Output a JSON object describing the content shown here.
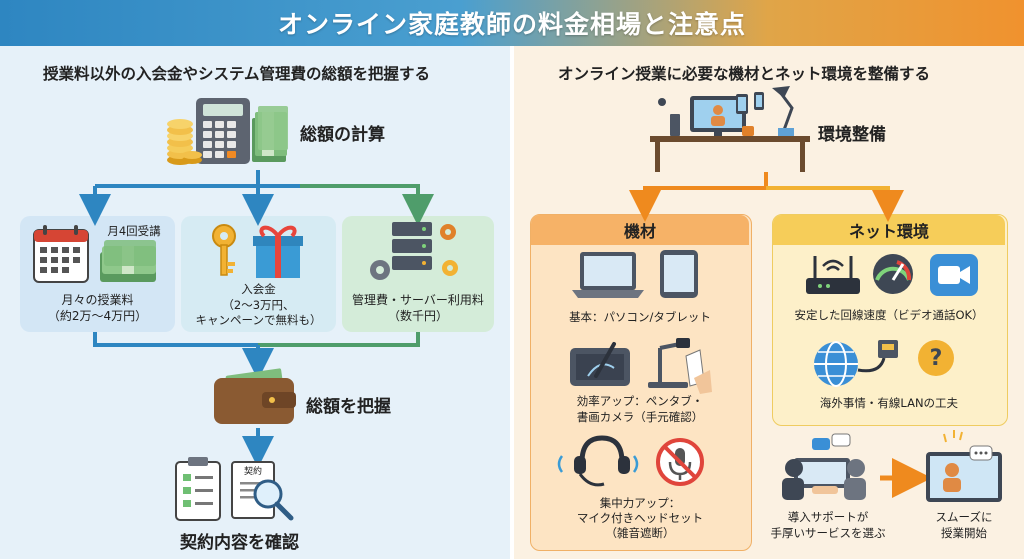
{
  "title": "オンライン家庭教師の料金相場と注意点",
  "left": {
    "subtitle": "授業料以外の入会金やシステム管理費の総額を把握する",
    "total_calc_label": "総額の計算",
    "tuition": {
      "sessions": "月4回受講",
      "line1": "月々の授業料",
      "line2": "（約2万〜4万円）"
    },
    "entry_fee": {
      "line1": "入会金",
      "line2": "（2〜3万円、",
      "line3": "キャンペーンで無料も）"
    },
    "admin_fee": {
      "line1": "管理費・サーバー利用料",
      "line2": "（数千円）"
    },
    "grasp_total_label": "総額を把握",
    "contract_label": "契約内容を確認",
    "contract_doc_text": "契約"
  },
  "right": {
    "subtitle": "オンライン授業に必要な機材とネット環境を整備する",
    "environment_label": "環境整備",
    "equipment": {
      "header": "機材",
      "basic": "基本：パソコン/タブレット",
      "efficiency_1": "効率アップ：ペンタブ・",
      "efficiency_2": "書画カメラ（手元確認）",
      "focus_1": "集中力アップ：",
      "focus_2": "マイク付きヘッドセット",
      "focus_3": "（雑音遮断）"
    },
    "network": {
      "header": "ネット環境",
      "speed": "安定した回線速度（ビデオ通話OK）",
      "overseas": "海外事情・有線LANの工夫",
      "support_1": "導入サポートが",
      "support_2": "手厚いサービスを選ぶ",
      "start_1": "スムーズに",
      "start_2": "授業開始"
    }
  },
  "colors": {
    "blue": "#2e86c1",
    "green": "#4f9d6b",
    "orange": "#ef8a1e",
    "gold": "#f2b233"
  }
}
